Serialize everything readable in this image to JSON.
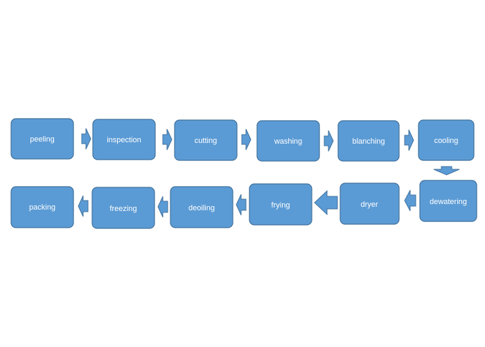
{
  "flowchart": {
    "colors": {
      "fill": "#5b9bd5",
      "stroke": "#41719c",
      "text": "#ffffff"
    },
    "steps": [
      {
        "label": "peeling"
      },
      {
        "label": "inspection"
      },
      {
        "label": "cutting"
      },
      {
        "label": "washing"
      },
      {
        "label": "blanching"
      },
      {
        "label": "cooling"
      },
      {
        "label": "dewatering"
      },
      {
        "label": "dryer"
      },
      {
        "label": "frying"
      },
      {
        "label": "deoiling"
      },
      {
        "label": "freezing"
      },
      {
        "label": "packing"
      }
    ]
  }
}
